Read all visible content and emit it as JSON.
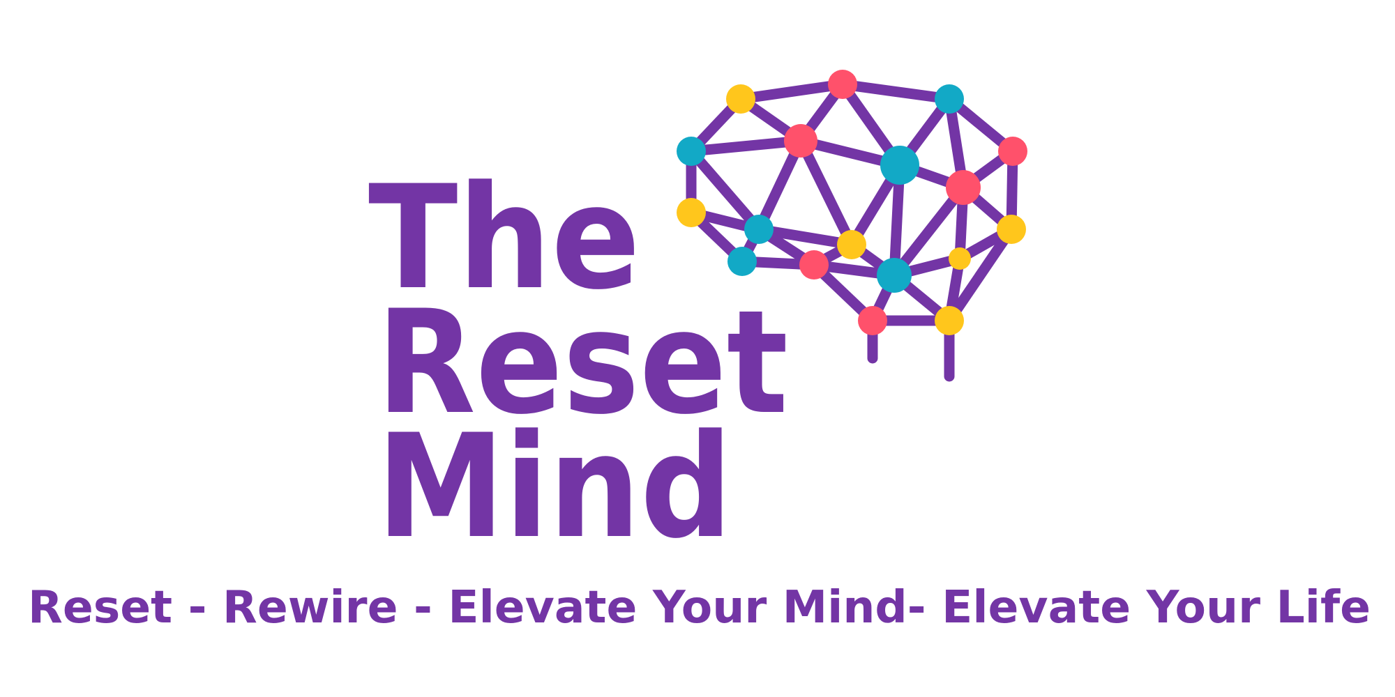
{
  "logo": {
    "title_lines": [
      "The",
      "Reset",
      "Mind"
    ],
    "tagline": "Reset - Rewire - Elevate Your Mind- Elevate Your Life",
    "icon": "brain-network-icon"
  },
  "colors": {
    "purple": "#7335A5",
    "pink": "#FF516B",
    "teal": "#12A9C6",
    "yellow": "#FFC61C",
    "background": "#FFFFFF"
  }
}
